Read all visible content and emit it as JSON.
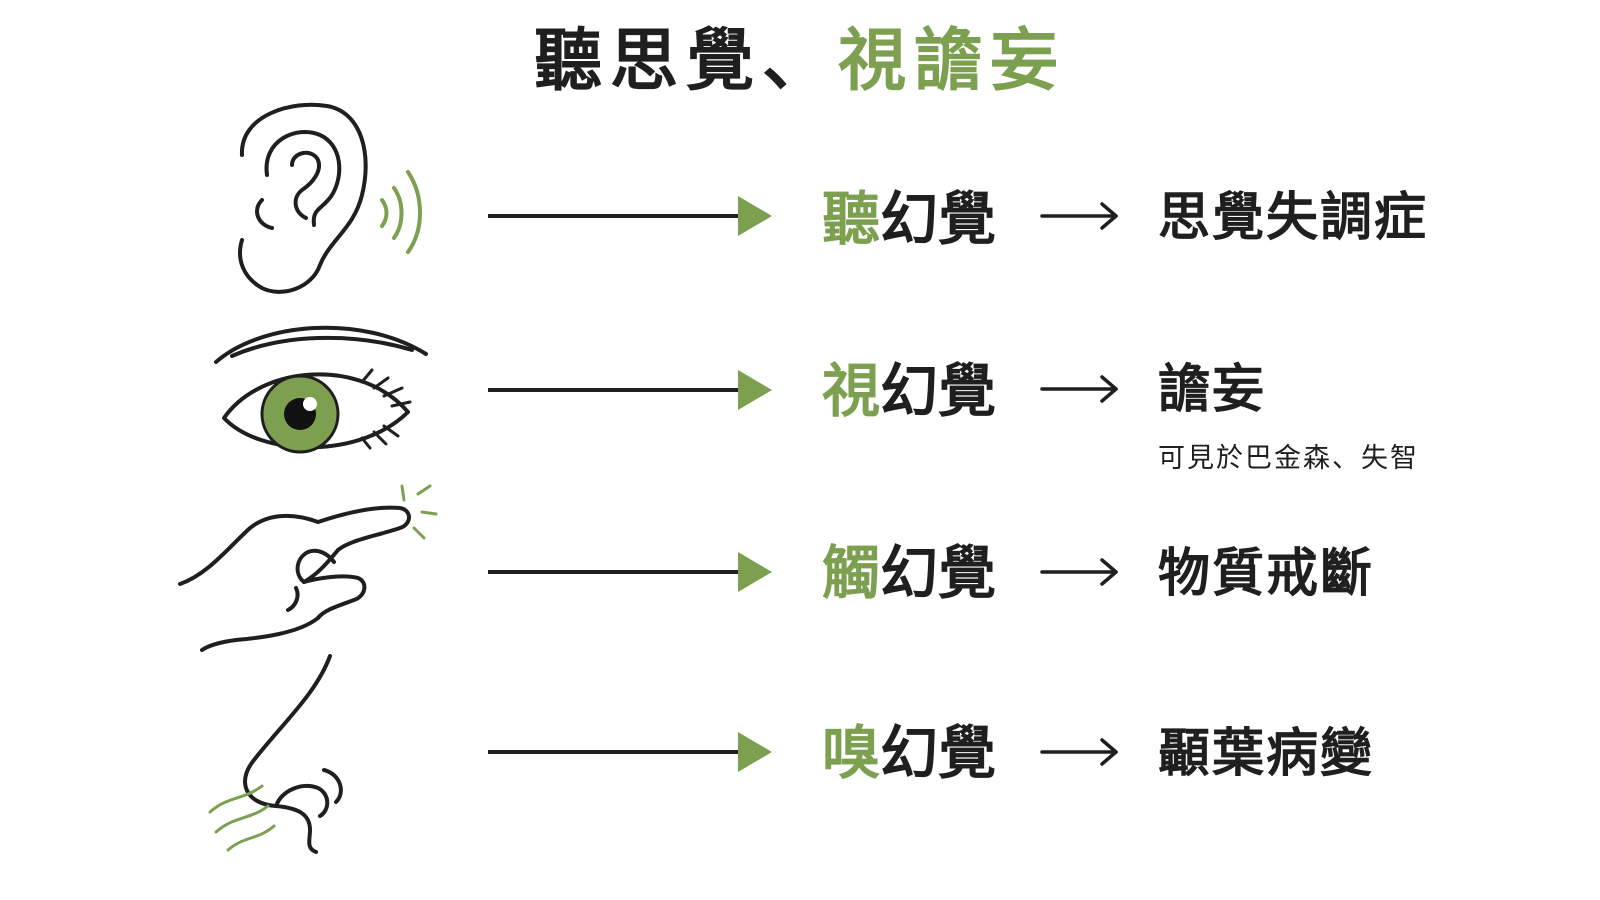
{
  "title": {
    "part1": "聽思覺",
    "separator": "、",
    "part2": "視譫妄"
  },
  "colors": {
    "accent": "#7ca04f",
    "text": "#1f1f1f"
  },
  "rows": [
    {
      "icon": "ear-icon",
      "sense_key": "聽",
      "sense_rest": "幻覺",
      "cause": "思覺失調症"
    },
    {
      "icon": "eye-icon",
      "sense_key": "視",
      "sense_rest": "幻覺",
      "cause": "譫妄",
      "note": "可見於巴金森、失智"
    },
    {
      "icon": "finger-touch-icon",
      "sense_key": "觸",
      "sense_rest": "幻覺",
      "cause": "物質戒斷"
    },
    {
      "icon": "nose-icon",
      "sense_key": "嗅",
      "sense_rest": "幻覺",
      "cause": "顳葉病變"
    }
  ]
}
